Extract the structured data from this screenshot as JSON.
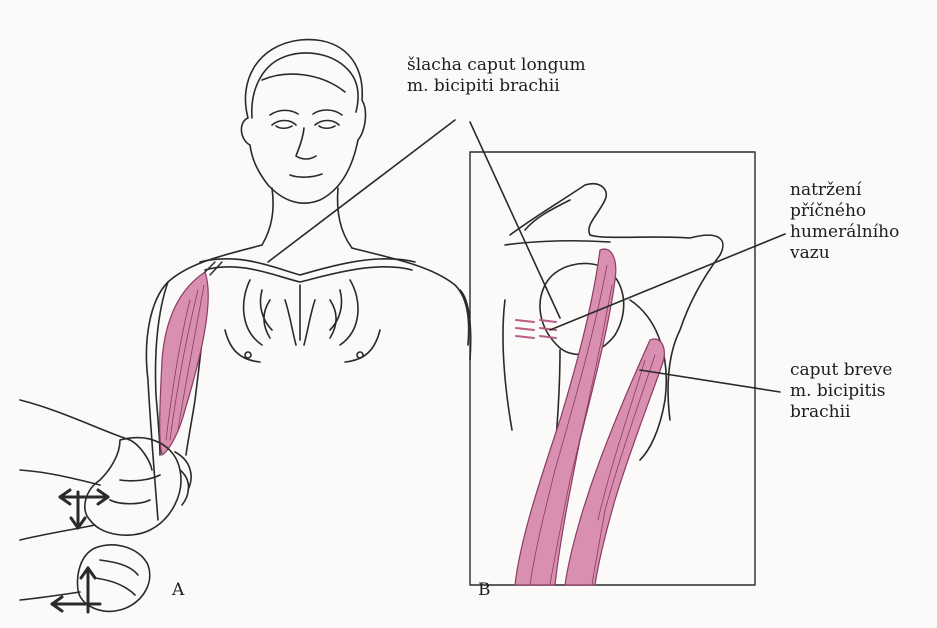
{
  "figure": {
    "labels": {
      "tendon_long_head": [
        "šlacha caput longum",
        "m. bicipiti brachii"
      ],
      "ligament_tear": [
        "natržení",
        "příčného",
        "humerálního",
        "vazu"
      ],
      "short_head": [
        "caput breve",
        "m. bicipitis",
        "brachii"
      ]
    },
    "panels": {
      "a": "A",
      "b": "B"
    },
    "colors": {
      "muscle": "#d98fb0",
      "muscle_dark": "#b85d86",
      "line": "#2a2a2a",
      "background": "#fbfaf8"
    }
  }
}
